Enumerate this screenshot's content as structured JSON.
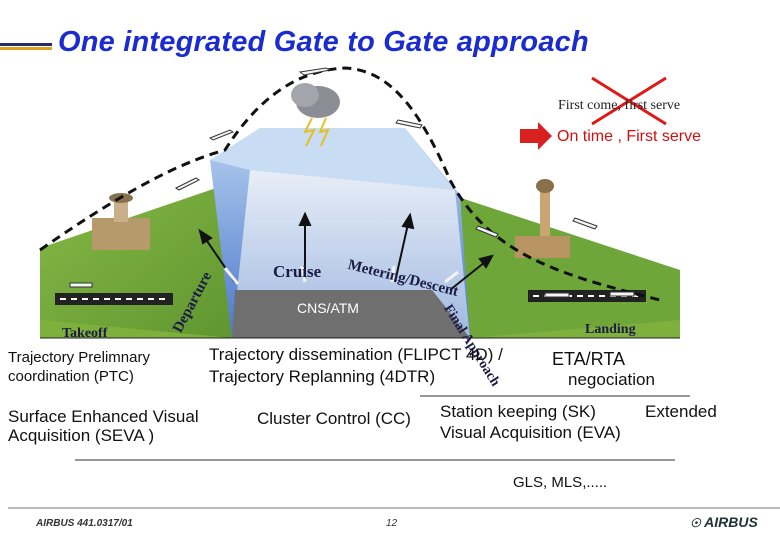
{
  "title": "One integrated Gate to Gate approach",
  "old_motto": "First come, first serve",
  "new_motto": "On time , First serve",
  "phases": {
    "takeoff": "Takeoff",
    "departure": "Departure",
    "cruise": "Cruise",
    "metering": "Metering/Descent",
    "final": "Final Approach",
    "landing": "Landing"
  },
  "cns_atm": "CNS/ATM",
  "concepts": {
    "ptc": [
      "Trajectory Prelimnary",
      "coordination (PTC)"
    ],
    "flipct": [
      "Trajectory dissemination (FLIPCT 4D) /",
      "Trajectory Replanning (4DTR)"
    ],
    "eta": [
      "ETA/RTA",
      "negociation"
    ],
    "seva": [
      "Surface Enhanced Visual",
      "Acquisition (SEVA )"
    ],
    "cc": "Cluster Control (CC)",
    "sk": "Station keeping (SK)",
    "eva": [
      "Extended",
      "Visual Acquisition (EVA)"
    ],
    "gls": "GLS, MLS,....."
  },
  "footer": {
    "ref": "AIRBUS 441.0317/01",
    "page": "12",
    "logo": "AIRBUS"
  },
  "colors": {
    "title": "#1a2bd0",
    "new_motto": "#d01010",
    "cross": "#e01818",
    "ground": "#7db03c",
    "sky_dome": "#5a8ad8",
    "band": "#6f6f6f"
  }
}
